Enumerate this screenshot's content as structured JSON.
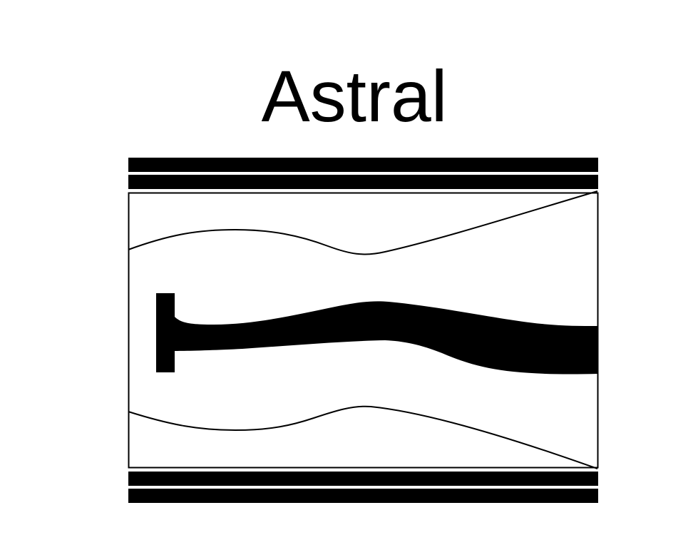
{
  "title": "Astral",
  "colors": {
    "ink": "#000000",
    "background": "#ffffff"
  },
  "diagram": {
    "kind": "engine-flowpath-schematic",
    "elements": [
      "top-double-band",
      "flowpath-box",
      "upper-boundary-curve",
      "central-flame-plume",
      "injector-bar",
      "lower-boundary-curve",
      "bottom-double-band"
    ]
  }
}
